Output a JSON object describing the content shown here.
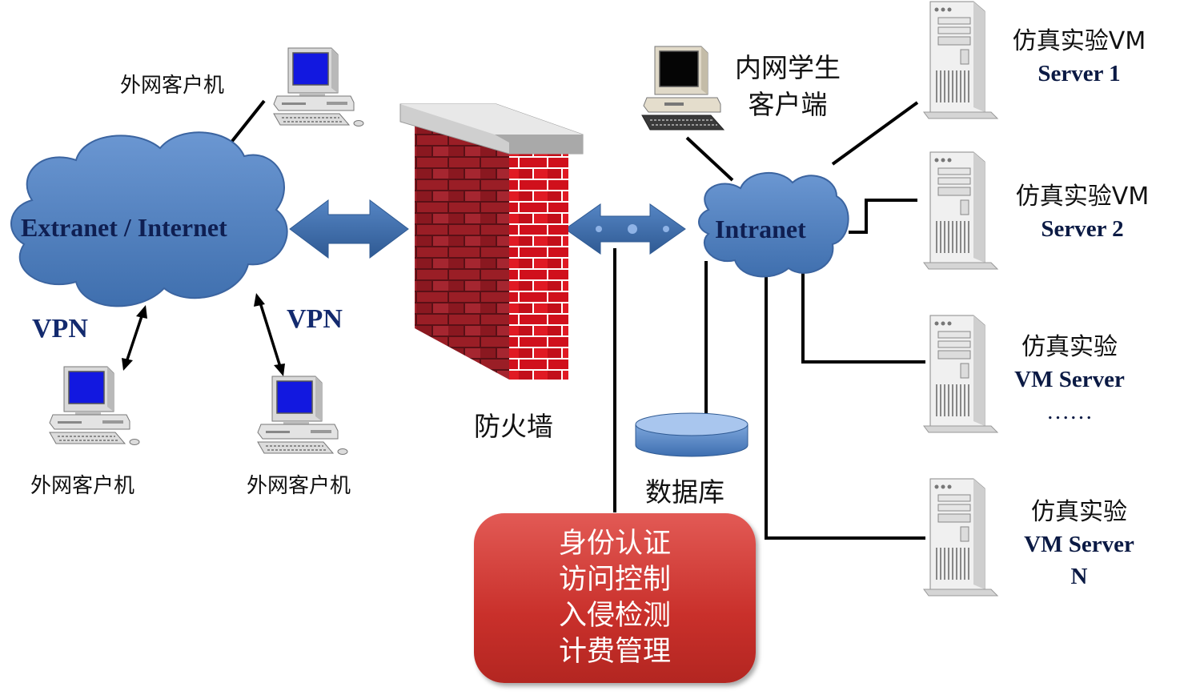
{
  "clouds": {
    "extranet": "Extranet / Internet",
    "intranet": "Intranet"
  },
  "clients": {
    "top": "外网客户机",
    "bottom_left": "外网客户机",
    "bottom_mid": "外网客户机"
  },
  "vpn": {
    "left": "VPN",
    "right": "VPN"
  },
  "firewall": "防火墙",
  "intranet_client": {
    "line1": "内网学生",
    "line2": "客户端"
  },
  "database": "数据库",
  "security": [
    "身份认证",
    "访问控制",
    "入侵检测",
    "计费管理"
  ],
  "servers": [
    {
      "line1": "仿真实验VM",
      "line2": "Server 1",
      "line3": ""
    },
    {
      "line1": "仿真实验VM",
      "line2": "Server 2",
      "line3": ""
    },
    {
      "line1": "仿真实验",
      "line2": "VM Server",
      "line3": "……"
    },
    {
      "line1": "仿真实验",
      "line2": "VM Server",
      "line3": "N"
    }
  ],
  "colors": {
    "cloud": "#4e7fc0",
    "brick": "#c01020",
    "arrow": "#3e6aa6",
    "security_box": "#c9302b",
    "label_blue": "#132a6e"
  }
}
